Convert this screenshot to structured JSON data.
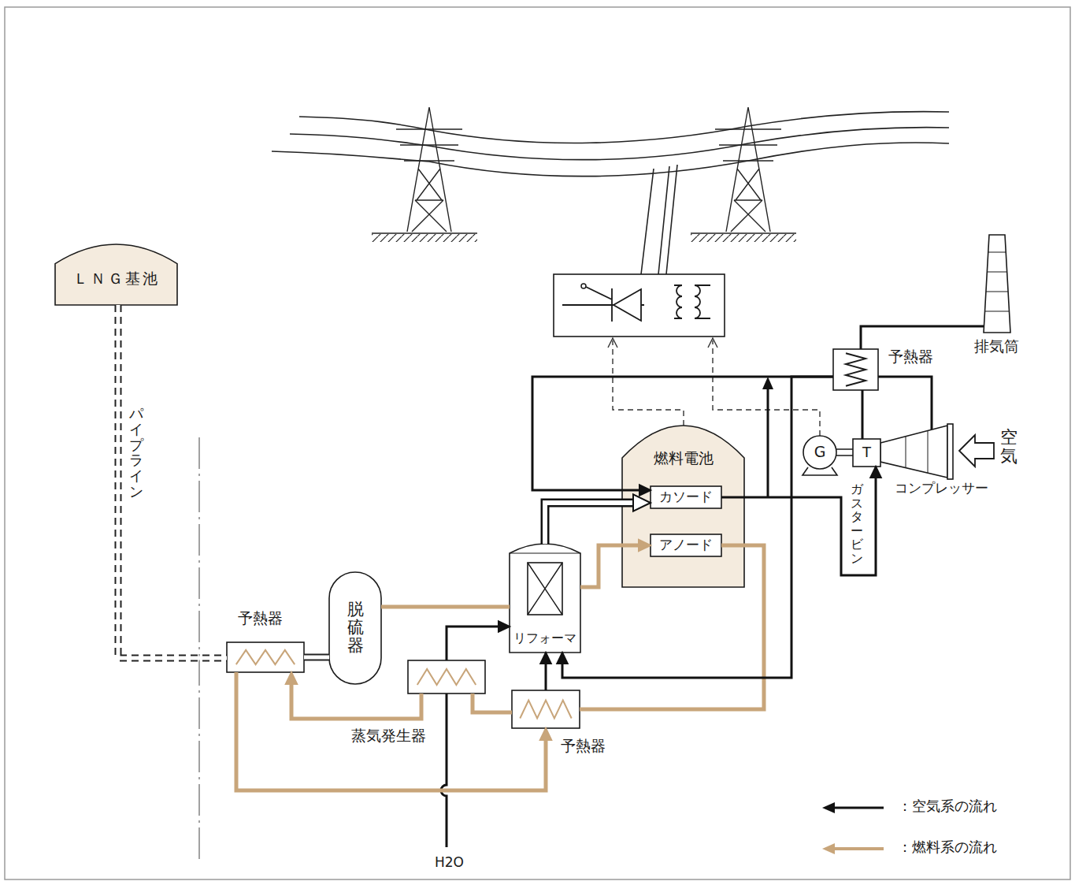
{
  "diagram": {
    "nodes": [
      {
        "text": [
          "ＬＮＧ基池"
        ]
      },
      {
        "text": [
          "予熱器"
        ]
      },
      {
        "text": [
          "脱硫器"
        ]
      },
      {
        "text": [
          "蒸気発生器"
        ]
      },
      {
        "text": [
          "リフォーマ"
        ]
      },
      {
        "text": [
          "予熱器"
        ]
      },
      {
        "text": [
          "燃料電池"
        ]
      },
      {
        "text": [
          "カソード"
        ],
        "in": 6
      },
      {
        "text": [
          "アノード"
        ],
        "in": 6
      },
      {
        "text": [
          "予熱器"
        ]
      },
      {
        "text": [
          "G"
        ]
      },
      {
        "text": [
          "T"
        ]
      }
    ],
    "edges": [
      {
        "from": 0,
        "to": 1,
        "arrow": "none",
        "label": "パイプライン"
      },
      {
        "from": 1,
        "to": 2,
        "arrow": "none"
      },
      {
        "from": 2,
        "to": 4,
        "arrow": "none"
      },
      {
        "from": 4,
        "to": 8,
        "arrow": "to"
      },
      {
        "from": 8,
        "to": 5,
        "arrow": "none"
      },
      {
        "from": 5,
        "to": 3,
        "arrow": "none"
      },
      {
        "from": 3,
        "to": 1,
        "arrow": "to"
      },
      {
        "from": 1,
        "to": 5,
        "arrow": "to"
      },
      {
        "from": 3,
        "to": 4,
        "arrow": "to"
      },
      {
        "from": 5,
        "to": 4,
        "arrow": "to"
      },
      {
        "from": 4,
        "to": 7,
        "arrow": "to"
      },
      {
        "from": 7,
        "to": 11,
        "arrow": "to"
      },
      {
        "from": 11,
        "to": 9,
        "arrow": "none"
      },
      {
        "from": 9,
        "to": 7,
        "arrow": "to"
      },
      {
        "from": 9,
        "to": 4,
        "arrow": "to"
      }
    ],
    "labels": [
      "排気筒",
      "空気",
      "コンプレッサー",
      "ガスタービン",
      "H2O"
    ],
    "legend": [
      {
        "text": "：空気系の流れ"
      },
      {
        "text": "：燃料系の流れ"
      }
    ]
  }
}
